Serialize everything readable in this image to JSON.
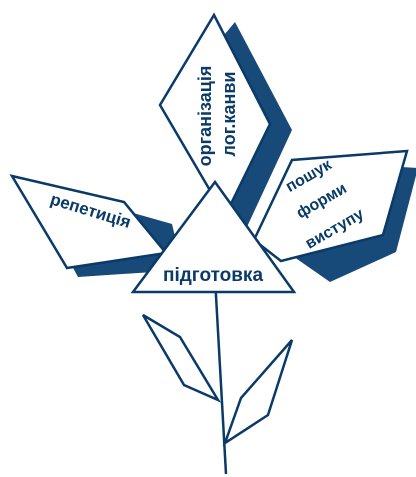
{
  "diagram": {
    "center": {
      "label": "підготовка"
    },
    "petals": {
      "top": {
        "line1": "організація",
        "line2": "лог.канви"
      },
      "left": {
        "label": "репетиція"
      },
      "right": {
        "line1": "пошук",
        "line2": "форми",
        "line3": "виступу"
      }
    }
  },
  "colors": {
    "primary": "#0a3a68",
    "shadow": "#174a78",
    "background": "#ffffff"
  }
}
